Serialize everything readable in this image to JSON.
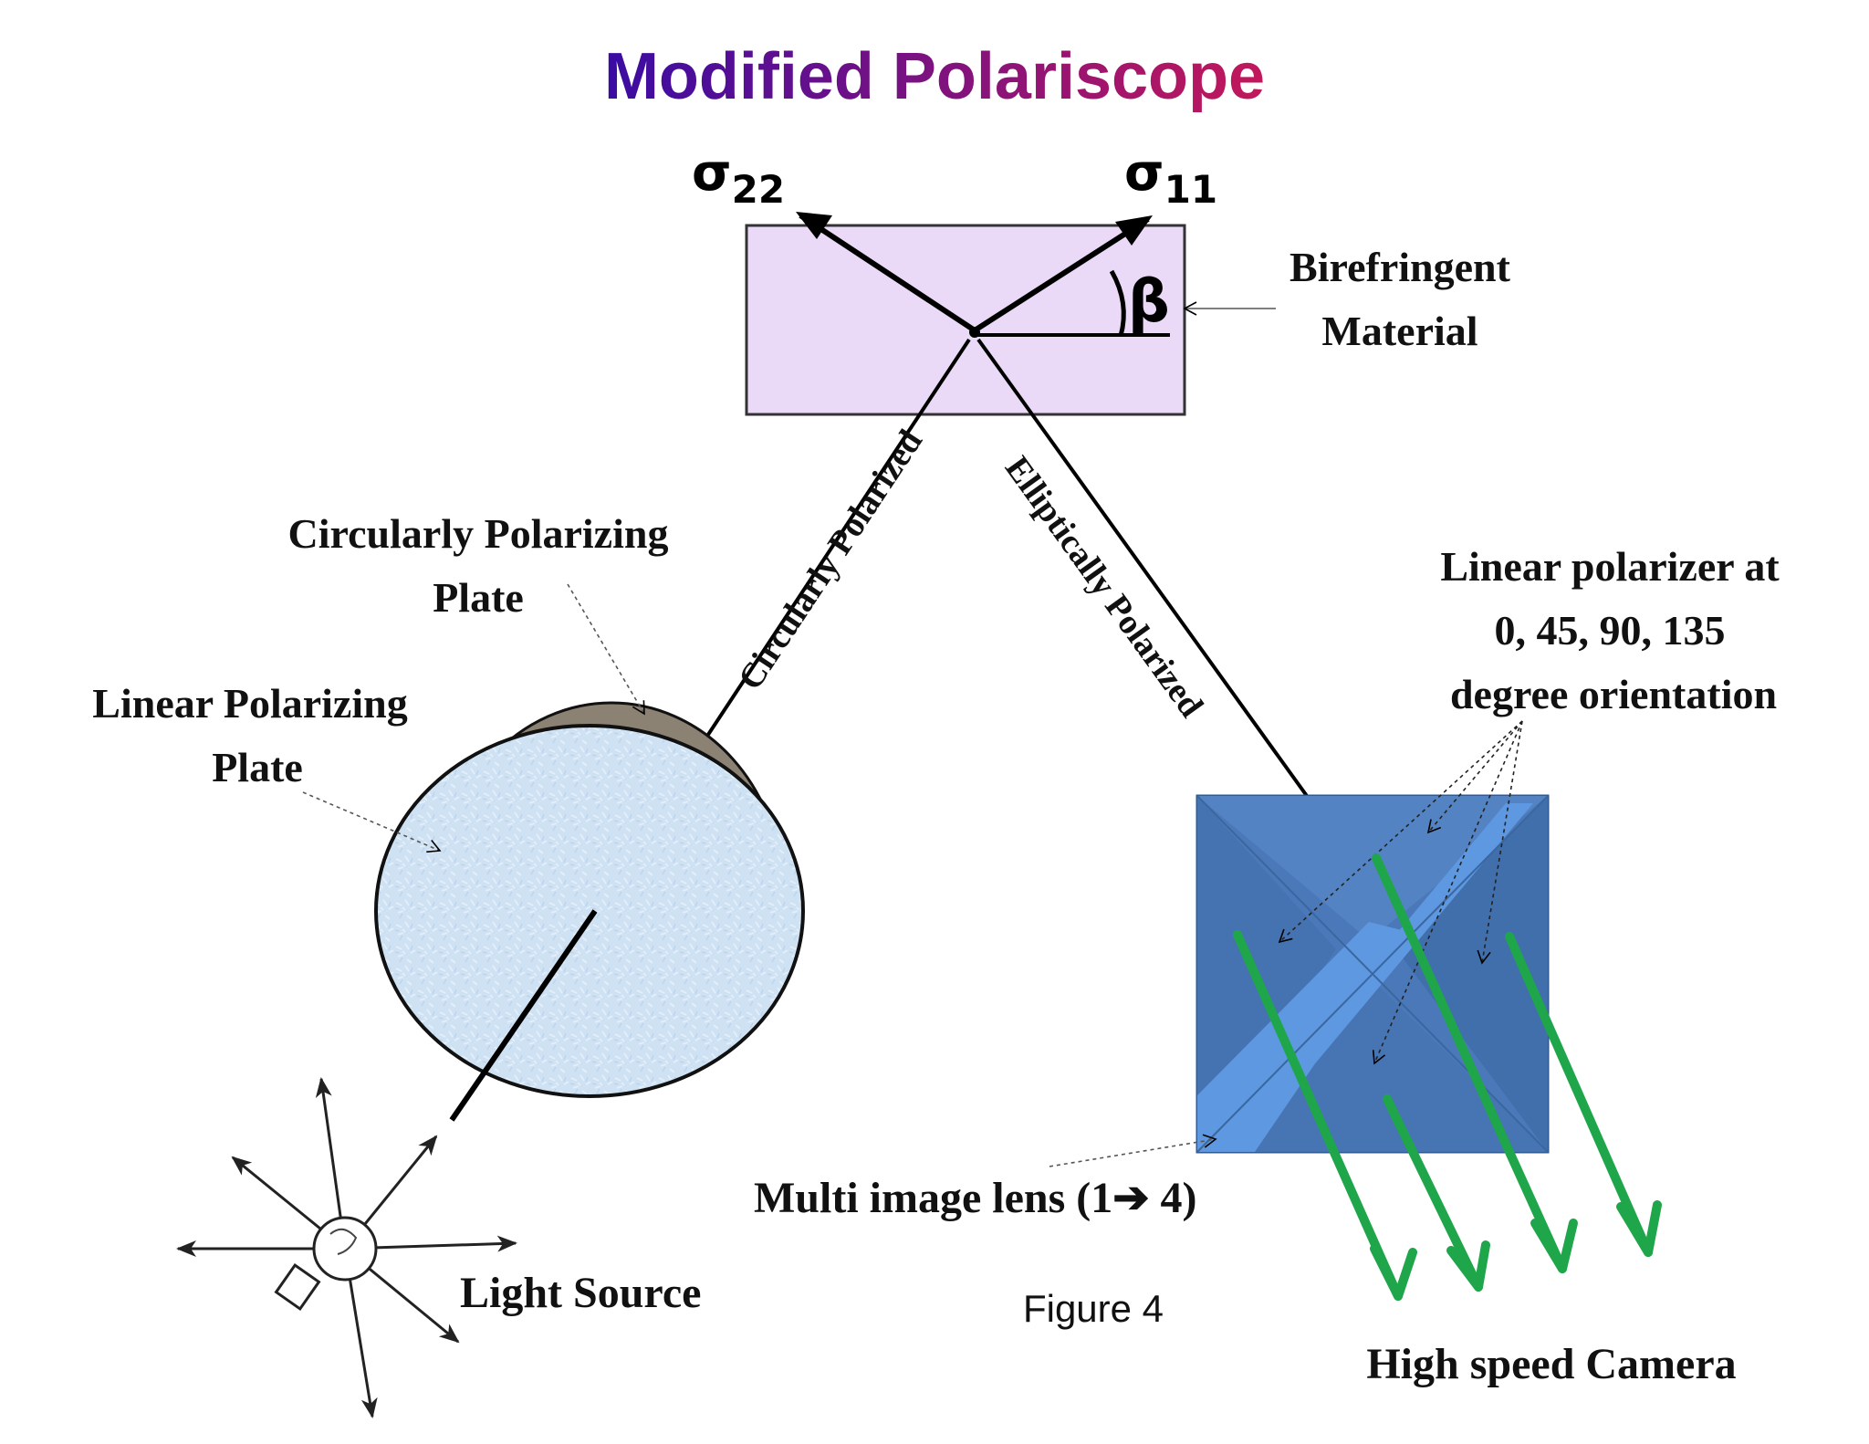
{
  "title": "Modified Polariscope",
  "figure_caption": "Figure 4",
  "labels": {
    "sigma22_base": "σ",
    "sigma22_sub": "22",
    "sigma11_base": "σ",
    "sigma11_sub": "11",
    "beta": "β",
    "birefringent_line1": "Birefringent",
    "birefringent_line2": "Material",
    "circ_plate_line1": "Circularly Polarizing",
    "circ_plate_line2": "Plate",
    "lin_plate_line1": "Linear Polarizing",
    "lin_plate_line2": "Plate",
    "circularly_polarized": "Circularly Polarized",
    "elliptically_polarized": "Elliptically Polarized",
    "lin_polarizer_line1": "Linear polarizer at",
    "lin_polarizer_line2": "0, 45, 90, 135",
    "lin_polarizer_line3": "degree orientation",
    "multi_image_lens": "Multi image lens (1➔ 4)",
    "light_source": "Light Source",
    "camera": "High speed Camera"
  },
  "colors": {
    "title_start": "#3a0ca3",
    "title_end": "#c2185b",
    "material_fill": "#ead9f7",
    "plate_fill": "#cfe2f3",
    "plate_rim": "#8c8274",
    "prism_dark": "#4a78b8",
    "prism_light": "#5d98e0",
    "prism_edge": "#2f5a94",
    "green_arrow": "#1fa64a"
  },
  "icons": [
    "light-bulb-icon"
  ]
}
